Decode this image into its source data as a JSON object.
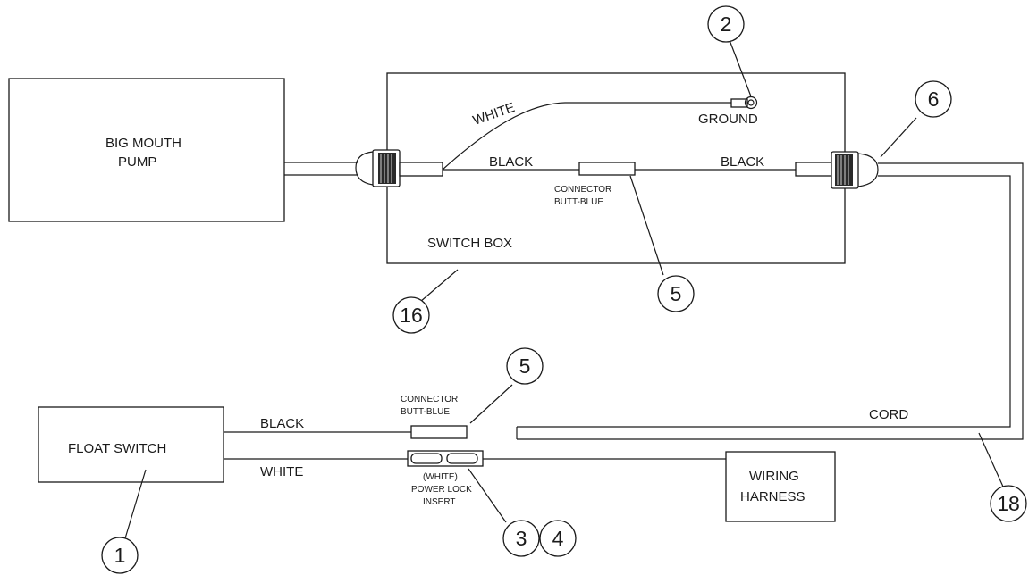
{
  "labels": {
    "pump": [
      "BIG MOUTH",
      "PUMP"
    ],
    "switch_box": "SWITCH BOX",
    "ground": "GROUND",
    "wire_white_top": "WHITE",
    "wire_black_left": "BLACK",
    "wire_black_right": "BLACK",
    "connector_top": [
      "CONNECTOR",
      "BUTT-BLUE"
    ],
    "float_switch": "FLOAT SWITCH",
    "wire_black_bottom": "BLACK",
    "wire_white_bottom": "WHITE",
    "connector_bottom": [
      "CONNECTOR",
      "BUTT-BLUE"
    ],
    "power_lock": [
      "(WHITE)",
      "POWER LOCK",
      "INSERT"
    ],
    "wiring_harness": [
      "WIRING",
      "HARNESS"
    ],
    "cord": "CORD"
  },
  "callouts": {
    "c1": "1",
    "c2": "2",
    "c3": "3",
    "c4": "4",
    "c5_top": "5",
    "c5_bottom": "5",
    "c6": "6",
    "c16": "16",
    "c18": "18"
  }
}
